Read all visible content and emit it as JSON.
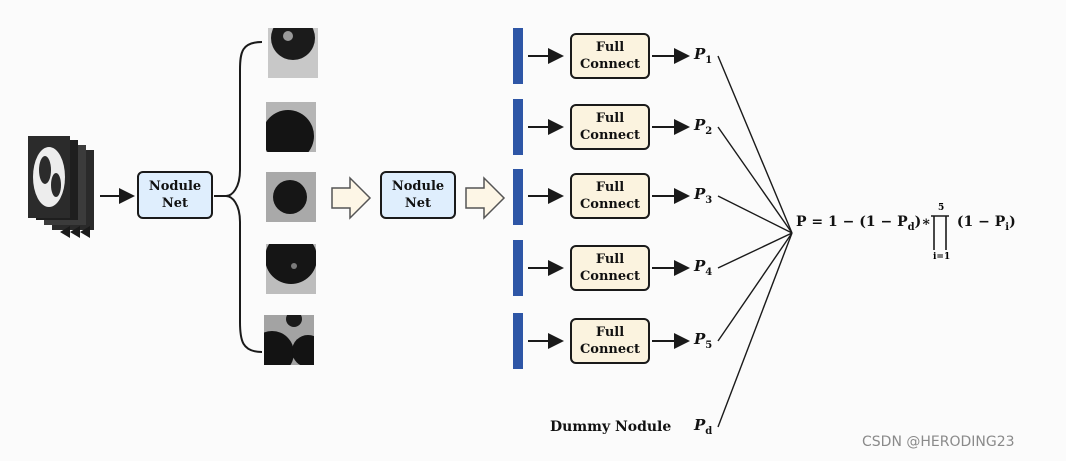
{
  "diagram": {
    "nodule_net_label_1": "Nodule",
    "nodule_net_label_2": "Net",
    "full_connect_label_1": "Full",
    "full_connect_label_2": "Connect",
    "outputs": [
      {
        "symbol": "P",
        "index": "1"
      },
      {
        "symbol": "P",
        "index": "2"
      },
      {
        "symbol": "P",
        "index": "3"
      },
      {
        "symbol": "P",
        "index": "4"
      },
      {
        "symbol": "P",
        "index": "5"
      }
    ],
    "dummy_nodule_label": "Dummy Nodule",
    "dummy_symbol": "P",
    "dummy_index": "d",
    "formula_text": "P = 1 − (1 − P",
    "formula_sub_d": "d",
    "formula_mid": ")∗",
    "formula_product": "∏",
    "formula_tail": "(1 − P",
    "formula_sub_i": "i",
    "formula_end": ")",
    "product_upper": "5",
    "product_lower": "i=1",
    "colors": {
      "nodule_box": "#dfeefd",
      "full_connect_box": "#fbf3df",
      "feature_bar": "#2e56a6",
      "hollow_arrow": "#fdf6e6"
    }
  },
  "watermark": "CSDN @HERODING23"
}
